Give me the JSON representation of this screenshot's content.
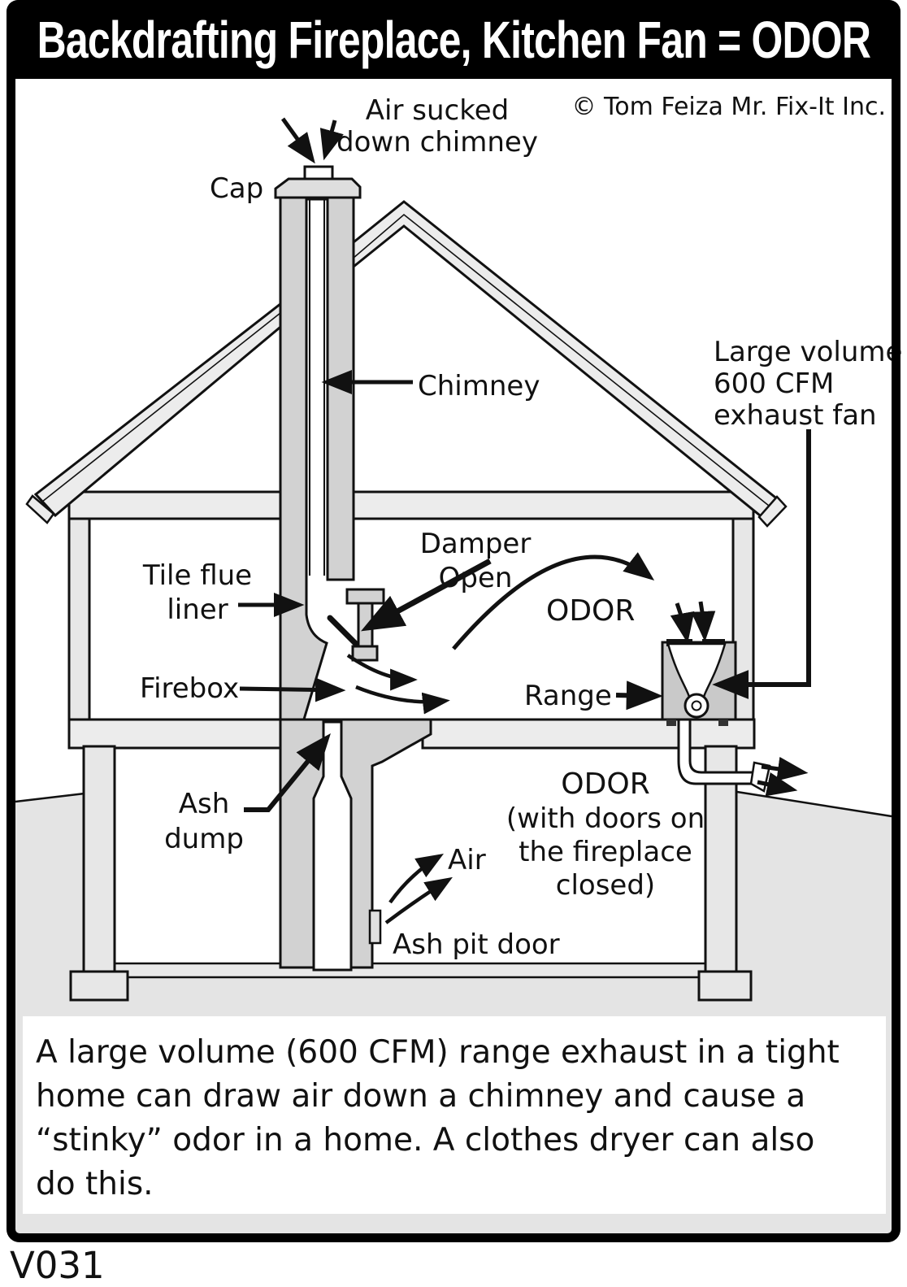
{
  "header": {
    "title": "Backdrafting Fireplace, Kitchen Fan = ODOR",
    "copyright": "© Tom Feiza Mr. Fix-It Inc."
  },
  "labels": {
    "air_sucked_1": "Air sucked",
    "air_sucked_2": "down chimney",
    "cap": "Cap",
    "chimney": "Chimney",
    "fan_1": "Large volume",
    "fan_2": "600 CFM",
    "fan_3": "exhaust fan",
    "damper_1": "Damper",
    "damper_2": "Open",
    "odor": "ODOR",
    "flue_1": "Tile flue",
    "flue_2": "liner",
    "firebox": "Firebox",
    "range": "Range",
    "ash_1": "Ash",
    "ash_2": "dump",
    "odor_closed_1": "ODOR",
    "odor_closed_2": "(with doors on",
    "odor_closed_3": "the fireplace",
    "odor_closed_4": "closed)",
    "air": "Air",
    "ash_pit_door": "Ash pit door"
  },
  "caption": {
    "lines": [
      "A large volume (600 CFM) range exhaust in a tight",
      "home can draw air down a chimney and cause a",
      "“stinky” odor in a home.  A clothes dryer can also",
      "do this."
    ]
  },
  "footer": {
    "code": "V031"
  },
  "colors": {
    "frame": "#000000",
    "line": "#111111",
    "fill_light": "#ececec",
    "fill_mid": "#d2d2d2",
    "fill_range": "#c9c9c9",
    "ground": "#e4e4e4",
    "white": "#ffffff"
  }
}
